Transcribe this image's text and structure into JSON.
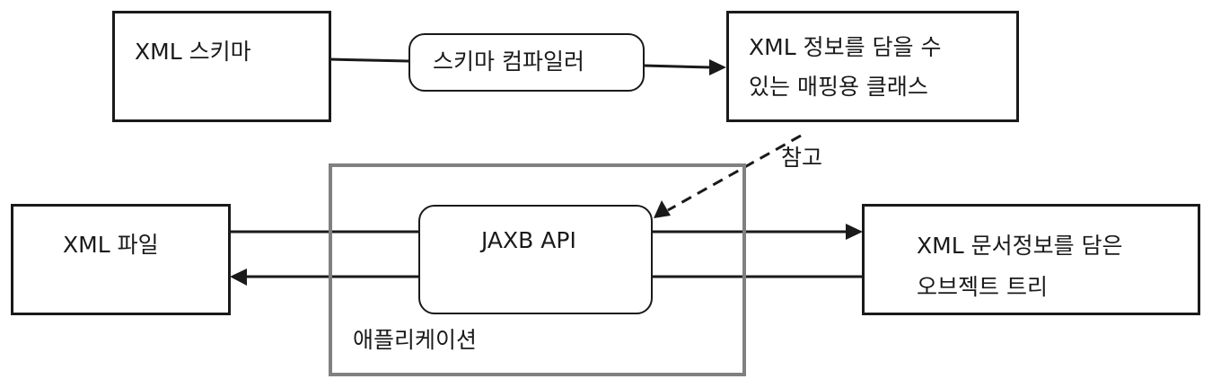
{
  "diagram": {
    "nodes": {
      "xml_schema": {
        "label": "XML 스키마"
      },
      "schema_compiler": {
        "label": "스키마 컴파일러"
      },
      "mapping_classes": {
        "line1": "XML 정보를 담을 수",
        "line2": "있는 매핑용 클래스"
      },
      "xml_file": {
        "label": "XML 파일"
      },
      "jaxb_api": {
        "label": "JAXB API"
      },
      "application": {
        "label": "애플리케이션"
      },
      "object_tree": {
        "line1": "XML 문서정보를 담은",
        "line2": "오브젝트 트리"
      }
    },
    "edges": {
      "reference": {
        "label": "참고",
        "style": "dashed"
      }
    },
    "colors": {
      "stroke": "#1a1a1a",
      "container": "#808080"
    }
  }
}
